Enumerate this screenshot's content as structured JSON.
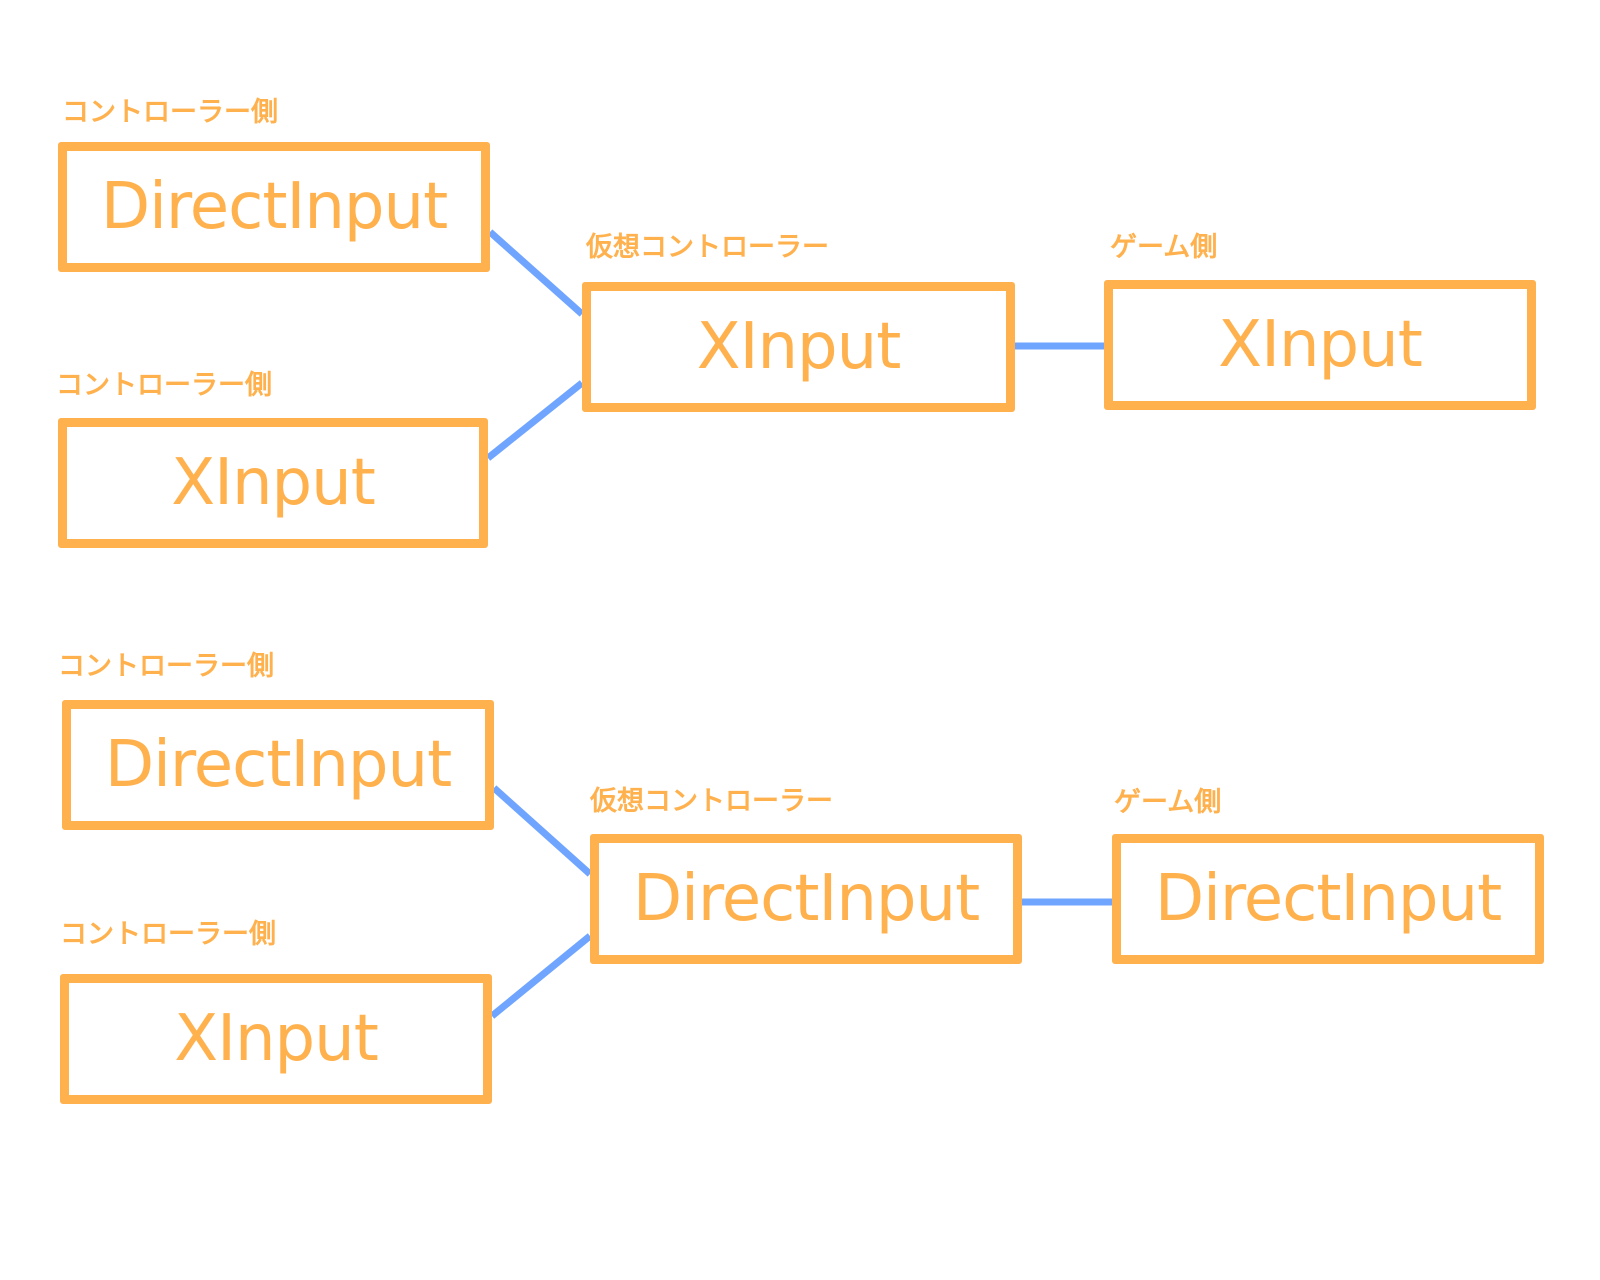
{
  "colors": {
    "box": "#ffb14e",
    "connector": "#6fa4ff",
    "background": "#ffffff"
  },
  "diagrams": [
    {
      "controller_a": {
        "label": "コントローラー側",
        "value": "DirectInput"
      },
      "controller_b": {
        "label": "コントローラー側",
        "value": "XInput"
      },
      "virtual": {
        "label": "仮想コントローラー",
        "value": "XInput"
      },
      "game": {
        "label": "ゲーム側",
        "value": "XInput"
      }
    },
    {
      "controller_a": {
        "label": "コントローラー側",
        "value": "DirectInput"
      },
      "controller_b": {
        "label": "コントローラー側",
        "value": "XInput"
      },
      "virtual": {
        "label": "仮想コントローラー",
        "value": "DirectInput"
      },
      "game": {
        "label": "ゲーム側",
        "value": "DirectInput"
      }
    }
  ]
}
